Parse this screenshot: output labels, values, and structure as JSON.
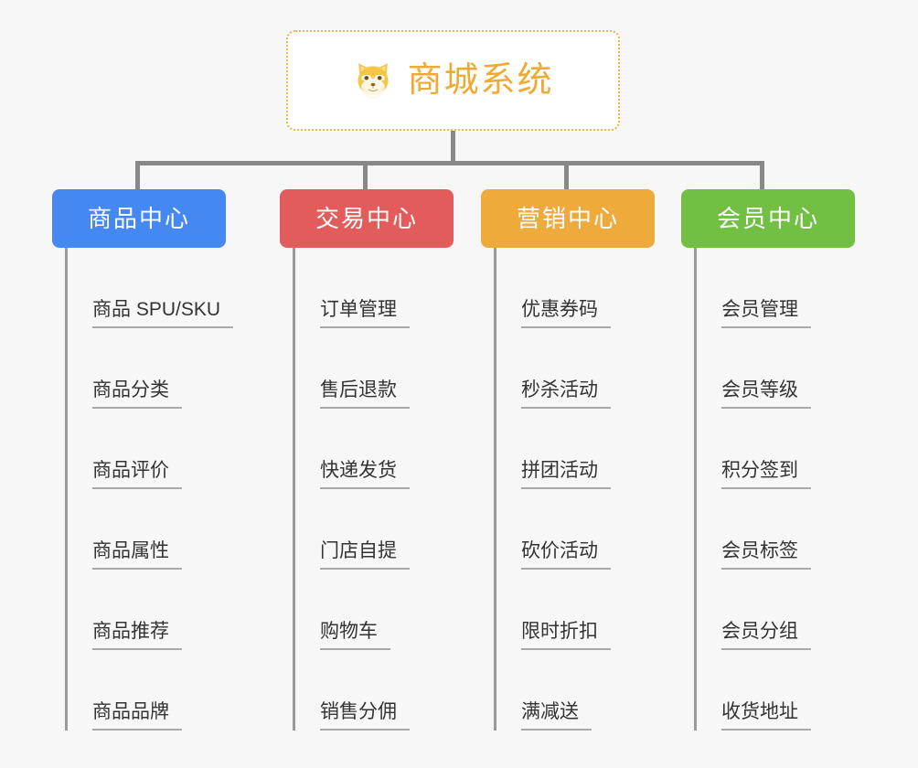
{
  "diagram": {
    "type": "mindmap-org-chart",
    "background_color": "#f7f7f7",
    "root": {
      "title": "商城系统",
      "icon": "shiba-inu-dog-face-emoji",
      "text_color": "#eeaa33",
      "border_color": "#f0b24a",
      "fill_color": "#ffffff"
    },
    "connector_color": "#888888",
    "branches": [
      {
        "label": "商品中心",
        "color": "#4688f1",
        "items": [
          "商品 SPU/SKU",
          "商品分类",
          "商品评价",
          "商品属性",
          "商品推荐",
          "商品品牌"
        ]
      },
      {
        "label": "交易中心",
        "color": "#e35c5c",
        "items": [
          "订单管理",
          "售后退款",
          "快递发货",
          "门店自提",
          "购物车",
          "销售分佣"
        ]
      },
      {
        "label": "营销中心",
        "color": "#eeaa3a",
        "items": [
          "优惠券码",
          "秒杀活动",
          "拼团活动",
          "砍价活动",
          "限时折扣",
          "满减送"
        ]
      },
      {
        "label": "会员中心",
        "color": "#72c043",
        "items": [
          "会员管理",
          "会员等级",
          "积分签到",
          "会员标签",
          "会员分组",
          "收货地址"
        ]
      }
    ]
  }
}
